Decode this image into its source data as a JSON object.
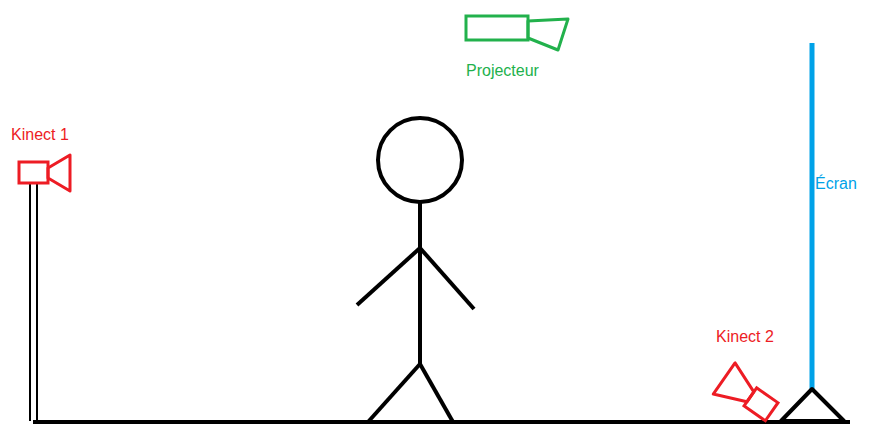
{
  "diagram": {
    "labels": [
      "Projecteur",
      "Kinect 1",
      "Écran",
      "Kinect 2"
    ]
  }
}
